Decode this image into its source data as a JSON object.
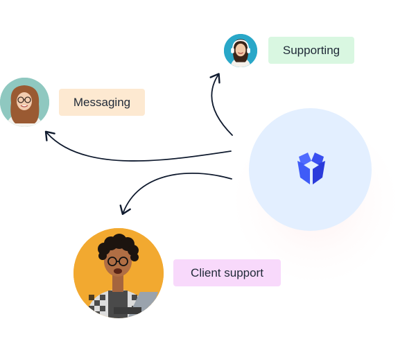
{
  "hub": {
    "icon": "cube-logo-icon",
    "color_light": "#4f6bff",
    "color_dark": "#2b3bdb",
    "background": "#e3efff"
  },
  "nodes": [
    {
      "id": "supporting",
      "label": "Supporting",
      "pill_color": "#d9f7e1",
      "avatar": "woman-headset-avatar"
    },
    {
      "id": "messaging",
      "label": "Messaging",
      "pill_color": "#fde9d1",
      "avatar": "woman-glasses-avatar"
    },
    {
      "id": "client_support",
      "label": "Client support",
      "pill_color": "#f8d9fb",
      "avatar": "man-laptop-avatar"
    }
  ],
  "connector_color": "#0f1a2e"
}
